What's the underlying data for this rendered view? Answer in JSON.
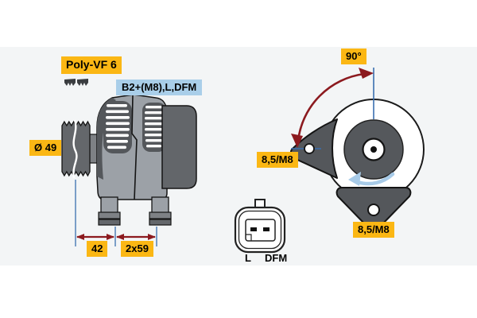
{
  "diagram": {
    "kind": "alternator-technical-drawing",
    "side_view": {
      "belt_type_label": "Poly-VF 6",
      "terminal_label": "B2+(M8),L,DFM",
      "pulley_diameter_label": "Ø 49",
      "dimension_pulley_to_foot": "42",
      "dimension_feet_spacing": "2x59"
    },
    "front_view": {
      "mounting_angle_label": "90°",
      "upper_mount_hole_label": "8,5/M8",
      "lower_mount_hole_label": "8,5/M8"
    },
    "connector": {
      "pin_left_label": "L",
      "pin_right_label": "DFM"
    },
    "colors": {
      "label_yellow": "#fbb714",
      "label_blue": "#a9cee9",
      "dimension_red": "#8c1a1f",
      "dimension_blue": "#3a6fb0",
      "rotation_arrow_blue": "#a8cbe8",
      "body_gray": "#9ca1a7",
      "body_dark_gray": "#54575b",
      "rear_cover_gray": "#63666a",
      "panel_background": "#f3f5f6"
    }
  }
}
